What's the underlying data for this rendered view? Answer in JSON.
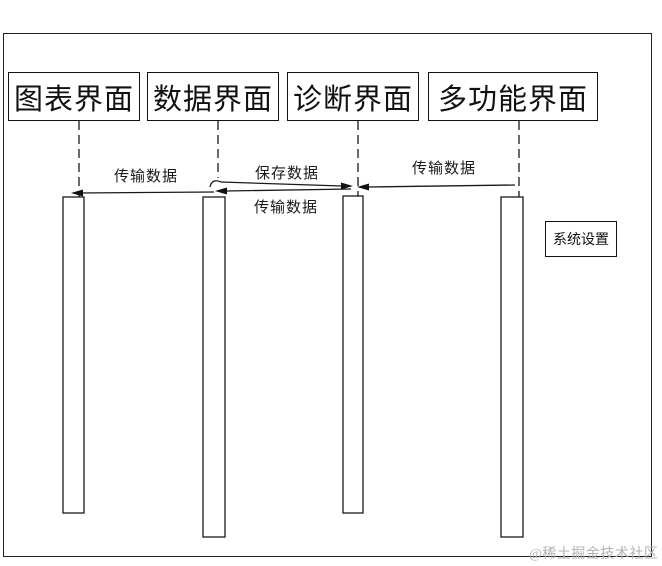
{
  "diagram": {
    "type": "sequence-diagram",
    "actors": [
      {
        "label": "图表界面"
      },
      {
        "label": "数据界面"
      },
      {
        "label": "诊断界面"
      },
      {
        "label": "多功能界面"
      }
    ],
    "messages": [
      {
        "label": "传输数据",
        "from": "数据界面",
        "to": "图表界面",
        "direction": "left"
      },
      {
        "label": "保存数据",
        "from": "数据界面",
        "to": "诊断界面",
        "direction": "right"
      },
      {
        "label": "传输数据",
        "from": "多功能界面",
        "to": "诊断界面",
        "direction": "left"
      },
      {
        "label": "传输数据",
        "from": "诊断界面",
        "to": "数据界面",
        "direction": "left"
      }
    ],
    "note_box": {
      "label": "系统设置"
    }
  },
  "watermark": {
    "text": "@稀土掘金技术社区"
  },
  "colors": {
    "line": "#1a1a1a",
    "background": "#ffffff",
    "watermark": "#b3b3b3"
  }
}
